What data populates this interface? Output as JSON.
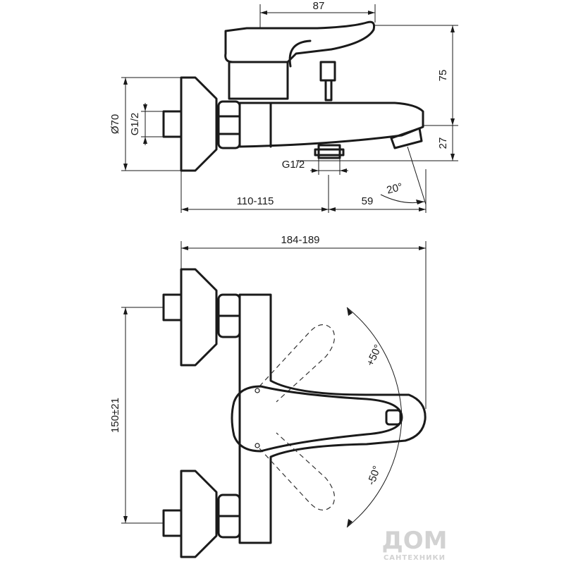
{
  "top_view": {
    "dim_width_top": "87",
    "dim_height_handle": "75",
    "dim_spout_height": "27",
    "dim_flange_dia": "Ø70",
    "dim_thread_wall": "G1/2",
    "dim_thread_shower": "G1/2",
    "dim_wall_to_outlet": "110-115",
    "dim_outlet_to_spout": "59",
    "dim_spout_angle": "20°"
  },
  "bottom_view": {
    "dim_total_width": "184-189",
    "dim_centers": "150±21",
    "dim_rot_plus": "+50°",
    "dim_rot_minus": "-50°"
  },
  "watermark": {
    "brand": "ДОМ",
    "sub": "САНТЕХНИКИ"
  }
}
